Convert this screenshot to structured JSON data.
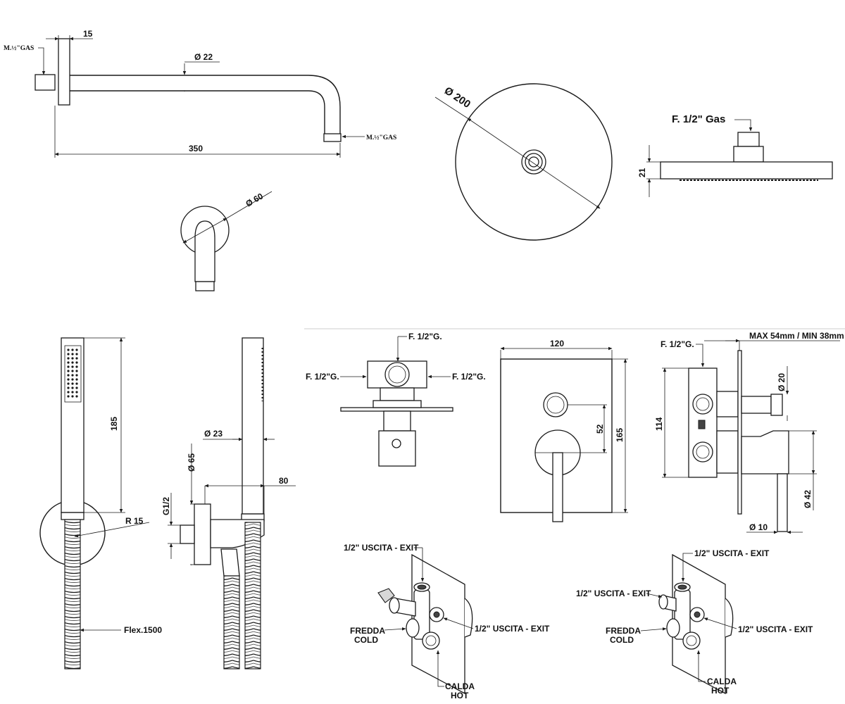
{
  "shower_arm": {
    "thread_left": "M.½\"GAS",
    "thread_right": "M.½\"GAS",
    "flange_thickness": "15",
    "pipe_diameter": "Ø  22",
    "length": "350"
  },
  "arm_flange": {
    "diameter": "Ø  60"
  },
  "shower_head": {
    "diameter": "Ø  200",
    "connection": "F. 1/2\" Gas",
    "thickness": "21"
  },
  "hand_shower": {
    "height": "185",
    "radius": "R  15",
    "hose": "Flex.1500",
    "holder_diameter": "Ø  23",
    "outlet_diameter": "Ø  65",
    "thread": "G1/2",
    "projection": "80"
  },
  "valve_body": {
    "top_connection": "F. 1/2\"G.",
    "left_connection": "F. 1/2\"G.",
    "right_connection": "F. 1/2\"G."
  },
  "cover_plate": {
    "width": "120",
    "height": "165",
    "diverter_offset": "52"
  },
  "valve_side": {
    "connection": "F. 1/2\"G.",
    "wall_depth": "MAX 54mm / MIN 38mm",
    "height": "114",
    "knob_diameter": "Ø  20",
    "handle_diameter": "Ø  42",
    "lever_diameter": "Ø  10"
  },
  "iso_left": {
    "exit_top": "1/2\" USCITA - EXIT",
    "exit_right": "1/2\" USCITA - EXIT",
    "cold_it": "FREDDA",
    "cold_en": "COLD",
    "hot_it": "CALDA",
    "hot_en": "HOT"
  },
  "iso_right": {
    "exit_top": "1/2\" USCITA - EXIT",
    "exit_left": "1/2\" USCITA - EXIT",
    "exit_right": "1/2\" USCITA - EXIT",
    "cold_it": "FREDDA",
    "cold_en": "COLD",
    "hot_it": "CALDA",
    "hot_en": "HOT"
  }
}
